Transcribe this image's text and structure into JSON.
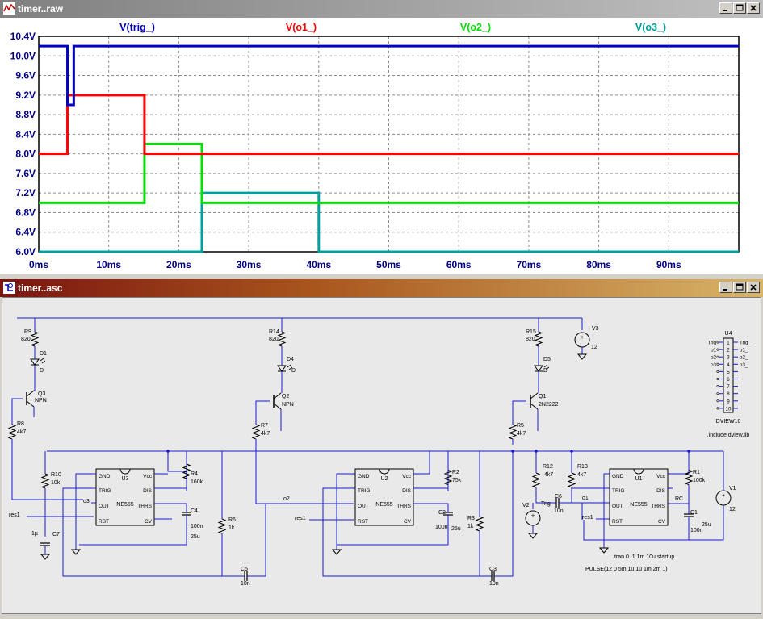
{
  "plot_window": {
    "title": "timer..raw",
    "buttons": [
      "minimize",
      "maximize",
      "close"
    ]
  },
  "schematic_window": {
    "title": "timer..asc",
    "buttons": [
      "minimize",
      "maximize",
      "close"
    ]
  },
  "chart_data": {
    "type": "line",
    "title": "",
    "xlabel": "",
    "ylabel": "",
    "xlim": [
      0,
      100
    ],
    "ylim": [
      6.0,
      10.4
    ],
    "grid": true,
    "x_ticks": [
      "0ms",
      "10ms",
      "20ms",
      "30ms",
      "40ms",
      "50ms",
      "60ms",
      "70ms",
      "80ms",
      "90ms"
    ],
    "x_tick_values": [
      0,
      10,
      20,
      30,
      40,
      50,
      60,
      70,
      80,
      90
    ],
    "y_ticks": [
      "10.4V",
      "10.0V",
      "9.6V",
      "9.2V",
      "8.8V",
      "8.4V",
      "8.0V",
      "7.6V",
      "7.2V",
      "6.8V",
      "6.4V",
      "6.0V"
    ],
    "y_tick_values": [
      10.4,
      10.0,
      9.6,
      9.2,
      8.8,
      8.4,
      8.0,
      7.6,
      7.2,
      6.8,
      6.4,
      6.0
    ],
    "series": [
      {
        "name": "V(trig_)",
        "color": "#0000c0",
        "x": [
          0,
          4.1,
          4.1,
          5.0,
          5.0,
          100
        ],
        "y": [
          10.2,
          10.2,
          9.0,
          9.0,
          10.2,
          10.2
        ]
      },
      {
        "name": "V(o1_)",
        "color": "#ff0000",
        "x": [
          0,
          4.1,
          4.1,
          15.1,
          15.1,
          100
        ],
        "y": [
          8.0,
          8.0,
          9.2,
          9.2,
          8.0,
          8.0
        ]
      },
      {
        "name": "V(o2_)",
        "color": "#00e000",
        "x": [
          0,
          15.1,
          15.1,
          23.3,
          23.3,
          100
        ],
        "y": [
          7.0,
          7.0,
          8.2,
          8.2,
          7.0,
          7.0
        ]
      },
      {
        "name": "V(o3_)",
        "color": "#00a0a0",
        "x": [
          0,
          23.3,
          23.3,
          40.0,
          40.0,
          100
        ],
        "y": [
          6.0,
          6.0,
          7.2,
          7.2,
          6.0,
          6.0
        ]
      }
    ]
  },
  "schematic": {
    "labels": {
      "R9": "R9",
      "R9v": "820",
      "D1": "D1",
      "D1t": "D",
      "Q3": "Q3",
      "Q3t": "NPN",
      "R8": "R8",
      "R8v": "4k7",
      "R10": "R10",
      "R10v": "10k",
      "C7": "C7",
      "C7v": "1µ",
      "res1a": "res1",
      "o3": "o3",
      "U3": "U3",
      "U3t": "NE555",
      "R4": "R4",
      "R4v": "160k",
      "C4": "C4",
      "C4v": "100n",
      "C4r": "25u",
      "R6": "R6",
      "R6v": "1k",
      "C5": "C5",
      "C5v": "10n",
      "R14": "R14",
      "R14v": "820",
      "D4": "D4",
      "D4t": "D",
      "Q2": "Q2",
      "Q2t": "NPN",
      "R7": "R7",
      "R7v": "4k7",
      "o2": "o2",
      "res1b": "res1",
      "U2": "U2",
      "U2t": "NE555",
      "R2": "R2",
      "R2v": "75k",
      "C2": "C2",
      "C2v": "100n",
      "C2r": "25u",
      "R3": "R3",
      "R3v": "1k",
      "C3": "C3",
      "C3v": "10n",
      "R15": "R15",
      "R15v": "820",
      "D5": "D5",
      "D5t": "D",
      "Q1": "Q1",
      "Q1t": "2N2222",
      "R5": "R5",
      "R5v": "4k7",
      "V3": "V3",
      "V3v": "12",
      "R12": "R12",
      "R12v": "4k7",
      "R13": "R13",
      "R13v": "4k7",
      "C6": "C6",
      "C6v": "10n",
      "Trig": "Trig",
      "V2": "V2",
      "o1": "o1",
      "res1c": "res1",
      "U1": "U1",
      "U1t": "NE555",
      "RC": "RC",
      "R1": "R1",
      "R1v": "100k",
      "C1": "C1",
      "C1v": "100n",
      "C1r": "25u",
      "V1": "V1",
      "V1v": "12",
      "U4": "U4",
      "U4t": "DVIEW10",
      "include": ".include dview.lib",
      "tran": ".tran 0 .1 1m 10u startup",
      "pulse": "PULSE(12 0 5m 1u 1u 1m 2m 1)"
    },
    "pin_labels": {
      "gnd": "GND",
      "vcc": "Vcc",
      "trig": "TRIG",
      "dis": "DIS",
      "out": "OUT",
      "thrs": "THRS",
      "rst": "RST",
      "cv": "CV"
    },
    "dview_left": [
      "Trig",
      "o1",
      "o2",
      "o3",
      "",
      "",
      "",
      "",
      "",
      ""
    ],
    "dview_right": [
      "Trig_",
      "o1_",
      "o2_",
      "o3_",
      "",
      "",
      "",
      "",
      "",
      ""
    ],
    "dview_pins": [
      "1",
      "2",
      "3",
      "4",
      "5",
      "6",
      "7",
      "8",
      "9",
      "10"
    ]
  }
}
